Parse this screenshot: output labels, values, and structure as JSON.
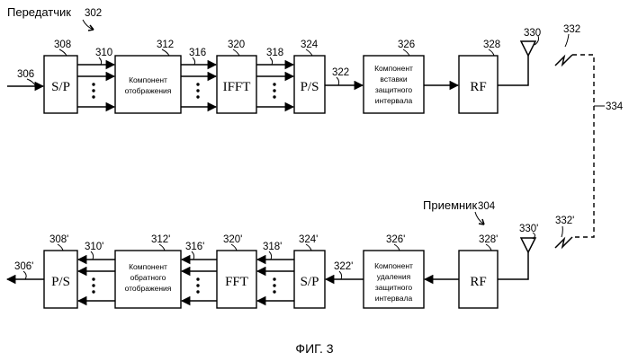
{
  "transmitter": {
    "title": "Передатчик",
    "title_ref": "302",
    "input_ref": "306",
    "blocks": {
      "sp": {
        "label": "S/P",
        "ref": "308"
      },
      "map": {
        "line1": "Компонент",
        "line2": "отображения",
        "ref": "312"
      },
      "ifft": {
        "label": "IFFT",
        "ref": "320"
      },
      "ps": {
        "label": "P/S",
        "ref": "324"
      },
      "gi": {
        "line1": "Компонент",
        "line2": "вставки",
        "line3": "защитного",
        "line4": "интервала",
        "ref": "326"
      },
      "rf": {
        "label": "RF",
        "ref": "328"
      }
    },
    "bus_refs": {
      "sp_map": "310",
      "map_ifft": "316",
      "ifft_ps": "318",
      "ps_gi": "322"
    },
    "antenna_ref": "330",
    "signal_ref": "332"
  },
  "channel_ref": "334",
  "receiver": {
    "title": "Приемник",
    "title_ref": "304",
    "output_ref": "306'",
    "blocks": {
      "ps": {
        "label": "P/S",
        "ref": "308'"
      },
      "demap": {
        "line1": "Компонент",
        "line2": "обратного",
        "line3": "отображения",
        "ref": "312'"
      },
      "fft": {
        "label": "FFT",
        "ref": "320'"
      },
      "sp": {
        "label": "S/P",
        "ref": "324'"
      },
      "gi": {
        "line1": "Компонент",
        "line2": "удаления",
        "line3": "защитного",
        "line4": "интервала",
        "ref": "326'"
      },
      "rf": {
        "label": "RF",
        "ref": "328'"
      }
    },
    "bus_refs": {
      "demap_ps": "310'",
      "fft_demap": "316'",
      "sp_fft": "318'",
      "gi_sp": "322'"
    },
    "antenna_ref": "330'",
    "signal_ref": "332'"
  },
  "caption": "ФИГ. 3"
}
